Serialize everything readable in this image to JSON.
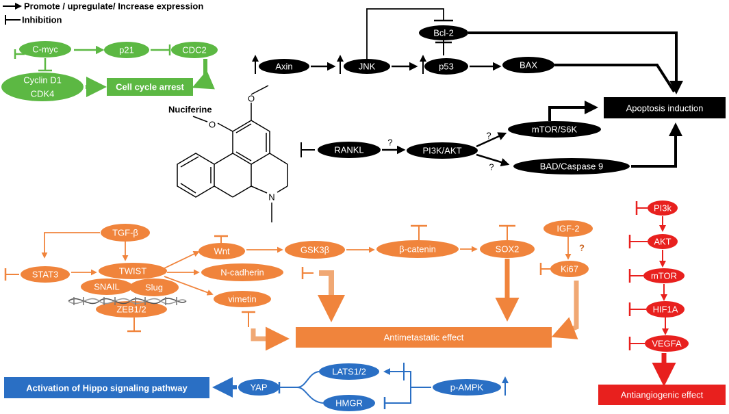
{
  "legend": {
    "promote": "Promote / upregulate/ Increase expression",
    "inhibition": "Inhibition"
  },
  "compound": {
    "name": "Nuciferine"
  },
  "cell_cycle": {
    "cmyc": "C-myc",
    "p21": "p21",
    "cdc2": "CDC2",
    "cyclin_d1": "Cyclin D1",
    "cdk4": "CDK4",
    "arrest": "Cell cycle arrest"
  },
  "apoptosis": {
    "bcl2": "Bcl-2",
    "axin": "Axin",
    "jnk": "JNK",
    "p53": "p53",
    "bax": "BAX",
    "effect": "Apoptosis induction",
    "rankl": "RANKL",
    "pi3k_akt": "PI3K/AKT",
    "mtor_s6k": "mTOR/S6K",
    "bad_casp9": "BAD/Caspase 9",
    "q1": "?",
    "q2": "?",
    "q3": "?"
  },
  "metastasis": {
    "tgfb": "TGF-β",
    "stat3": "STAT3",
    "twist": "TWIST",
    "snail": "SNAIL",
    "slug": "Slug",
    "zeb": "ZEB1/2",
    "wnt": "Wnt",
    "gsk3b": "GSK3β",
    "bcatenin": "β-catenin",
    "sox2": "SOX2",
    "ncad": "N-cadherin",
    "vimentin": "vimetin",
    "igf2": "IGF-2",
    "ki67": "Ki67",
    "q": "?",
    "effect": "Antimetastatic effect"
  },
  "angiogenesis": {
    "pi3k": "PI3k",
    "akt": "AKT",
    "mtor": "mTOR",
    "hif1a": "HIF1A",
    "vegfa": "VEGFA",
    "effect": "Antiangiogenic effect"
  },
  "hippo": {
    "lats": "LATS1/2",
    "hmgr": "HMGR",
    "pampk": "p-AMPK",
    "yap": "YAP",
    "effect": "Activation of Hippo signaling pathway"
  },
  "colors": {
    "green": "#5cb843",
    "black": "#000000",
    "orange": "#f0843c",
    "red": "#e8201e",
    "blue": "#2a6fc4"
  }
}
